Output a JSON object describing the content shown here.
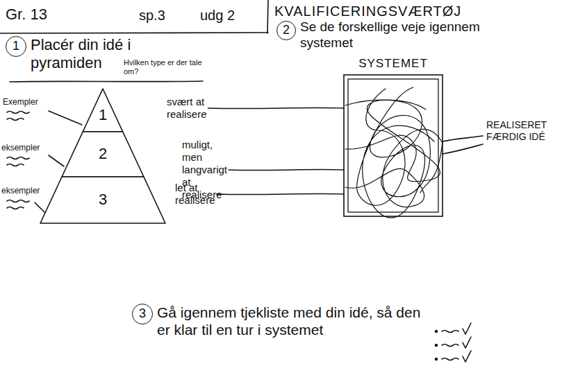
{
  "diagram": {
    "title": "KVALIFICERINGSVÆRTØJ",
    "nodes": [
      {
        "text": [
          "1"
        ]
      },
      {
        "text": [
          "2"
        ]
      },
      {
        "text": [
          "1",
          "svært at realisere"
        ]
      },
      {
        "text": [
          "2",
          "muligt, men langvarigt at realisere"
        ]
      },
      {
        "text": [
          "3",
          "let at realisere"
        ]
      },
      {
        "text": [
          "SYSTEMET"
        ]
      },
      {
        "text": [
          "3"
        ]
      }
    ],
    "edges": [
      {
        "from": 2,
        "to": 5,
        "arrow": "none"
      },
      {
        "from": 3,
        "to": 5,
        "arrow": "none"
      },
      {
        "from": 4,
        "to": 5,
        "arrow": "none"
      }
    ],
    "labels": [
      "Gr. 13",
      "sp.3",
      "udg 2",
      "Placér din idé i pyramiden",
      "Hvilken type er der tale om?",
      "Se de forskellige veje igennem systemet",
      "Exempler",
      "eksempler",
      "eksempler",
      "REALISERET FÆRDIG IDÉ",
      "Gå igennem tjekliste med din idé, så den er klar til en tur i systemet"
    ]
  }
}
